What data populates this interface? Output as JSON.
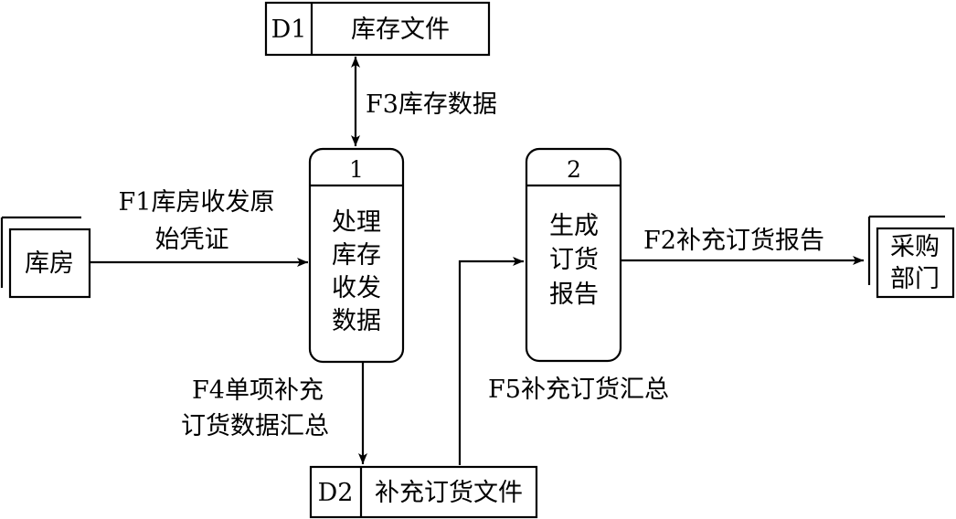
{
  "data_stores": {
    "d1": {
      "id": "D1",
      "name": "库存文件"
    },
    "d2": {
      "id": "D2",
      "name": "补充订货文件"
    }
  },
  "processes": {
    "p1": {
      "number": "1",
      "name_lines": [
        "处理",
        "库存",
        "收发",
        "数据"
      ]
    },
    "p2": {
      "number": "2",
      "name_lines": [
        "生成",
        "订货",
        "报告"
      ]
    }
  },
  "entities": {
    "source": {
      "name": "库房"
    },
    "sink": {
      "name_lines": [
        "采购",
        "部门"
      ]
    }
  },
  "flows": {
    "f1": {
      "lines": [
        "F1库房收发原",
        "始凭证"
      ]
    },
    "f2": {
      "label": "F2补充订货报告"
    },
    "f3": {
      "label": "F3库存数据"
    },
    "f4": {
      "lines": [
        "F4单项补充",
        "订货数据汇总"
      ]
    },
    "f5": {
      "label": "F5补充订货汇总"
    }
  }
}
